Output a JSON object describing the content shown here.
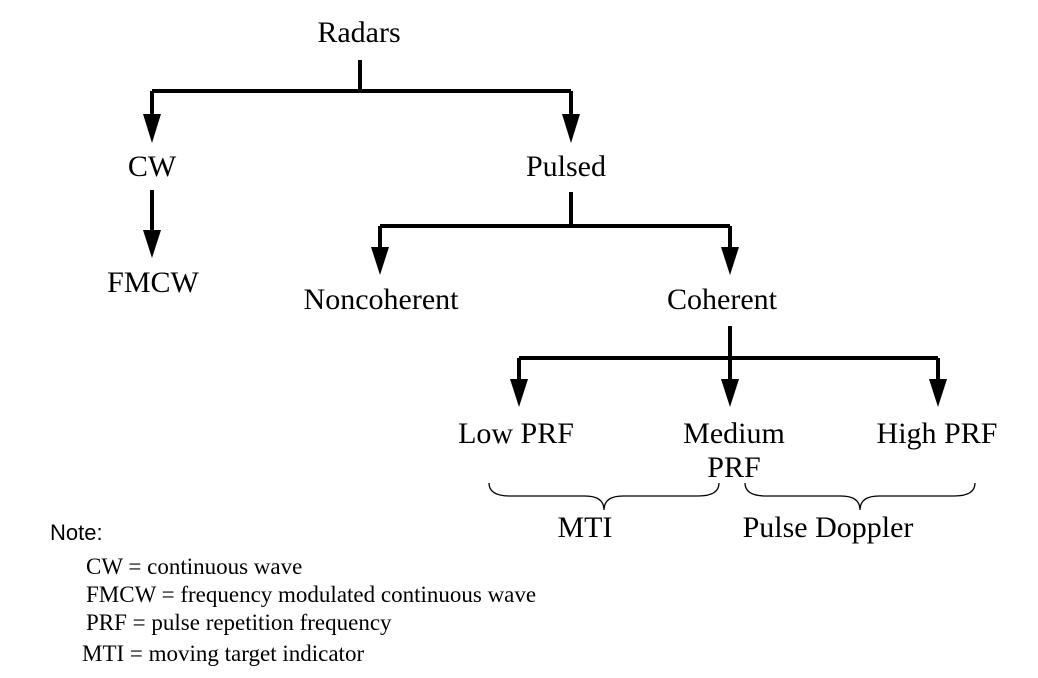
{
  "nodes": {
    "radars": "Radars",
    "cw": "CW",
    "pulsed": "Pulsed",
    "fmcw": "FMCW",
    "noncoherent": "Noncoherent",
    "coherent": "Coherent",
    "low_prf": "Low PRF",
    "medium_prf_line1": "Medium",
    "medium_prf_line2": "PRF",
    "high_prf": "High PRF"
  },
  "groups": {
    "mti": "MTI",
    "pulse_doppler": "Pulse Doppler"
  },
  "note": {
    "title": "Note:",
    "lines": [
      "CW = continuous wave",
      "FMCW = frequency modulated continuous wave",
      "PRF = pulse repetition frequency",
      "MTI = moving target indicator"
    ]
  }
}
